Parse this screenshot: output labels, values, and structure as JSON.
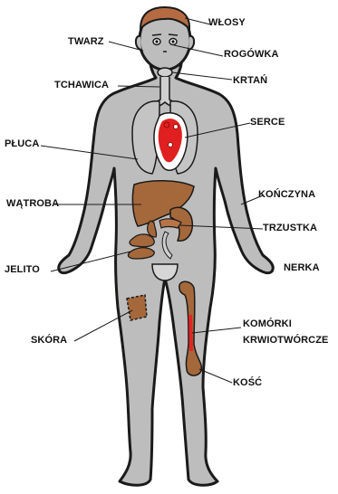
{
  "labels": {
    "hair": "WŁOSY",
    "face": "TWARZ",
    "cornea": "ROGÓWKA",
    "trachea": "TCHAWICA",
    "larynx": "KRTAŃ",
    "heart": "SERCE",
    "lungs": "PŁUCA",
    "limb": "KOŃCZYNA",
    "liver": "WĄTROBA",
    "pancreas": "TRZUSTKA",
    "intestine": "JELITO",
    "kidney": "NERKA",
    "stem_cells_line1": "KOMÓRKI",
    "stem_cells_line2": "KRWIOTWÓRCZE",
    "skin": "SKÓRA",
    "bone": "KOŚĆ"
  },
  "colors": {
    "body": "#bdbdbd",
    "outline": "#1a1a1a",
    "organ": "#a5683b",
    "heart_red": "#e02020",
    "hair": "#b56b42",
    "marrow_red": "#e32424"
  }
}
